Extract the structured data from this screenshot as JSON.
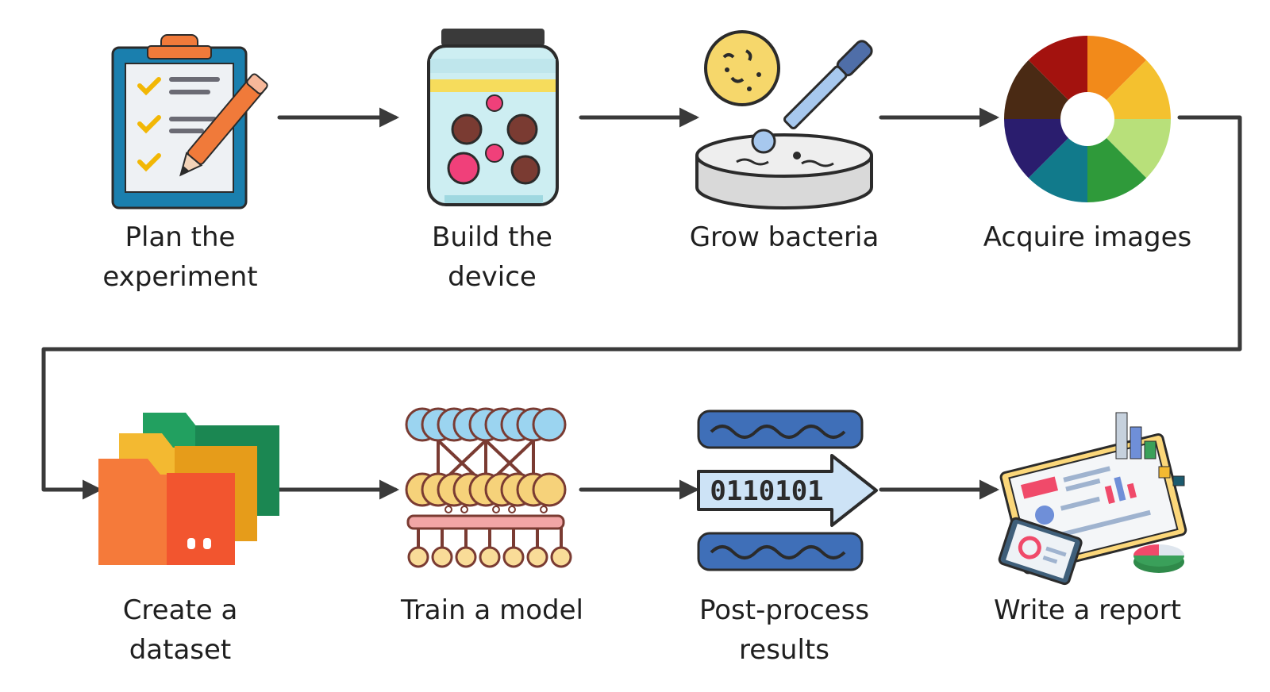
{
  "steps": [
    {
      "id": "plan",
      "label": "Plan the\nexperiment",
      "icon": "clipboard-checklist-icon"
    },
    {
      "id": "build",
      "label": "Build the\ndevice",
      "icon": "jar-device-icon"
    },
    {
      "id": "grow",
      "label": "Grow bacteria",
      "icon": "petri-dish-dropper-icon"
    },
    {
      "id": "acquire",
      "label": "Acquire images",
      "icon": "camera-aperture-color-wheel-icon"
    },
    {
      "id": "dataset",
      "label": "Create a\ndataset",
      "icon": "folders-icon"
    },
    {
      "id": "train",
      "label": "Train a model",
      "icon": "neural-network-icon"
    },
    {
      "id": "postprocess",
      "label": "Post-process\nresults",
      "icon": "binary-data-stream-icon",
      "binary_text": "0110101"
    },
    {
      "id": "report",
      "label": "Write a report",
      "icon": "report-charts-icon"
    }
  ],
  "colors": {
    "arrow": "#3a3a3a",
    "outline": "#2b2b2b",
    "clipboard_blue": "#1a7fae",
    "pencil_orange": "#f07a3a",
    "check_yellow": "#f2b705",
    "jar_fill": "#cdeef2",
    "jar_band": "#f6dc5c",
    "dot_pink": "#f0407a",
    "dot_brown": "#7a3b32",
    "dish_grey": "#d9d9d9",
    "dropper_blue": "#a7c8ee",
    "bacteria_bg": "#f6d76b",
    "folder_green": "#22a060",
    "folder_yellow": "#f3b931",
    "folder_red": "#f2552f",
    "node_blue": "#9bd4f0",
    "node_yellow": "#f6d27a",
    "node_small": "#f9dc98",
    "bar_pink": "#f2a6a6",
    "wave_blue": "#3f6fb8",
    "arrow_light": "#cde3f6",
    "report_yellow": "#fbd77a",
    "report_bg": "#f4f6f8"
  }
}
